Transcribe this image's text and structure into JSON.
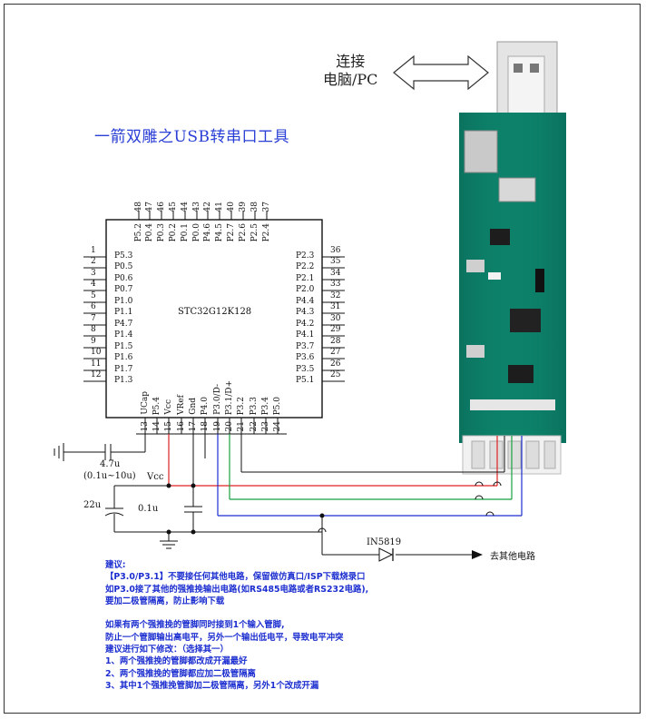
{
  "title": "一箭双雕之USB转串口工具",
  "pc_label": {
    "line1": "连接",
    "line2": "电脑/PC"
  },
  "chip": {
    "name": "STC32G12K128",
    "left_pins": [
      {
        "num": "1",
        "label": "P5.3"
      },
      {
        "num": "2",
        "label": "P0.5"
      },
      {
        "num": "3",
        "label": "P0.6"
      },
      {
        "num": "4",
        "label": "P0.7"
      },
      {
        "num": "5",
        "label": "P1.0"
      },
      {
        "num": "6",
        "label": "P1.1"
      },
      {
        "num": "7",
        "label": "P4.7"
      },
      {
        "num": "8",
        "label": "P1.4"
      },
      {
        "num": "9",
        "label": "P1.5"
      },
      {
        "num": "10",
        "label": "P1.6"
      },
      {
        "num": "11",
        "label": "P1.7"
      },
      {
        "num": "12",
        "label": "P1.3"
      }
    ],
    "right_pins": [
      {
        "num": "36",
        "label": "P2.3"
      },
      {
        "num": "35",
        "label": "P2.2"
      },
      {
        "num": "34",
        "label": "P2.1"
      },
      {
        "num": "33",
        "label": "P2.0"
      },
      {
        "num": "32",
        "label": "P4.4"
      },
      {
        "num": "31",
        "label": "P4.3"
      },
      {
        "num": "30",
        "label": "P4.2"
      },
      {
        "num": "29",
        "label": "P4.1"
      },
      {
        "num": "28",
        "label": "P3.7"
      },
      {
        "num": "27",
        "label": "P3.6"
      },
      {
        "num": "26",
        "label": "P3.5"
      },
      {
        "num": "25",
        "label": "P5.1"
      }
    ],
    "top_pins": [
      {
        "num": "48",
        "label": "P5.2"
      },
      {
        "num": "47",
        "label": "P0.4"
      },
      {
        "num": "46",
        "label": "P0.3"
      },
      {
        "num": "45",
        "label": "P0.2"
      },
      {
        "num": "44",
        "label": "P0.1"
      },
      {
        "num": "43",
        "label": "P0.0"
      },
      {
        "num": "42",
        "label": "P4.6"
      },
      {
        "num": "41",
        "label": "P4.5"
      },
      {
        "num": "40",
        "label": "P2.7"
      },
      {
        "num": "39",
        "label": "P2.6"
      },
      {
        "num": "38",
        "label": "P2.5"
      },
      {
        "num": "37",
        "label": "P2.4"
      }
    ],
    "bottom_pins": [
      {
        "num": "13",
        "label": "UCap"
      },
      {
        "num": "14",
        "label": "P5.4"
      },
      {
        "num": "15",
        "label": "Vcc"
      },
      {
        "num": "16",
        "label": "VRef"
      },
      {
        "num": "17",
        "label": "Gnd"
      },
      {
        "num": "18",
        "label": "P4.0"
      },
      {
        "num": "19",
        "label": "P3.0/D-"
      },
      {
        "num": "20",
        "label": "P3.1/D+"
      },
      {
        "num": "21",
        "label": "P3.2"
      },
      {
        "num": "22",
        "label": "P3.3"
      },
      {
        "num": "23",
        "label": "P3.4"
      },
      {
        "num": "24",
        "label": "P5.0"
      }
    ]
  },
  "components": {
    "ucap_value": "4.7u",
    "ucap_range": "(0.1u~10u)",
    "vcc_label": "Vcc",
    "cap_22u": "22u",
    "cap_01u": "0.1u",
    "diode": "IN5819",
    "other_circuit": "去其他电路"
  },
  "wire_colors": {
    "vcc": "#e02020",
    "d_minus": "#1a2fd0",
    "d_plus": "#18a040",
    "gnd": "#111111"
  },
  "notes": [
    "建议:",
    "【P3.0/P3.1】不要接任何其他电路，保留做仿真口/ISP下载烧录口",
    "如P3.0接了其他的强推挽输出电路(如RS485电路或者RS232电路),",
    "要加二极管隔离，防止影响下载",
    "",
    "如果有两个强推挽的管脚同时接到1个输入管脚,",
    "防止一个管脚输出高电平，另外一个输出低电平，导致电平冲突",
    "建议进行如下修改：（选择其一）",
    "1、两个强推挽的管脚都改成开漏最好",
    "2、两个强推挽的管脚都应加二极管隔离",
    "3、其中1个强推挽管脚加二极管隔离，另外1个改成开漏"
  ]
}
